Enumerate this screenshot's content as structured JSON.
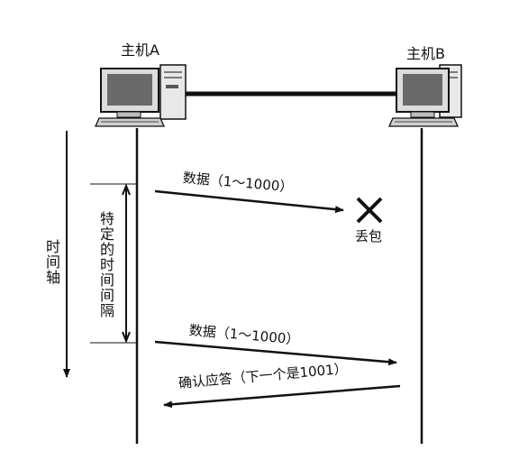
{
  "hosts": {
    "a_label": "主机A",
    "b_label": "主机B"
  },
  "axis": {
    "time_axis_label": "时间轴",
    "interval_label": "特定的时间间隔"
  },
  "messages": {
    "first_send": "数据（1～1000）",
    "lost_label": "丢包",
    "resend": "数据（1～1000）",
    "ack": "确认应答（下一个是1001）"
  }
}
